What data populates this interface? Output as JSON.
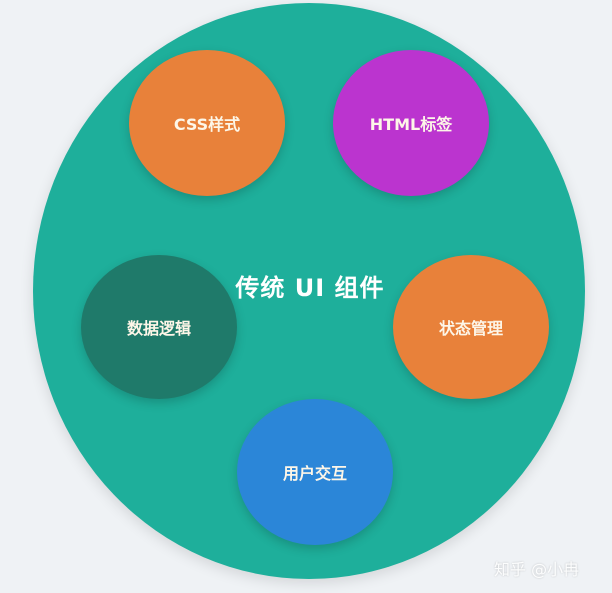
{
  "diagram": {
    "center_title": "传统 UI 组件",
    "nodes": [
      {
        "id": "css",
        "label": "CSS样式",
        "color": "#e8813a"
      },
      {
        "id": "html",
        "label": "HTML标签",
        "color": "#bb34cf"
      },
      {
        "id": "data",
        "label": "数据逻辑",
        "color": "#1f7a6a"
      },
      {
        "id": "state",
        "label": "状态管理",
        "color": "#e8813a"
      },
      {
        "id": "user",
        "label": "用户交互",
        "color": "#2b86d8"
      }
    ],
    "outer_color": "#1eaf9b",
    "background_color": "#eff2f5"
  },
  "watermark": "知乎 @小冉"
}
